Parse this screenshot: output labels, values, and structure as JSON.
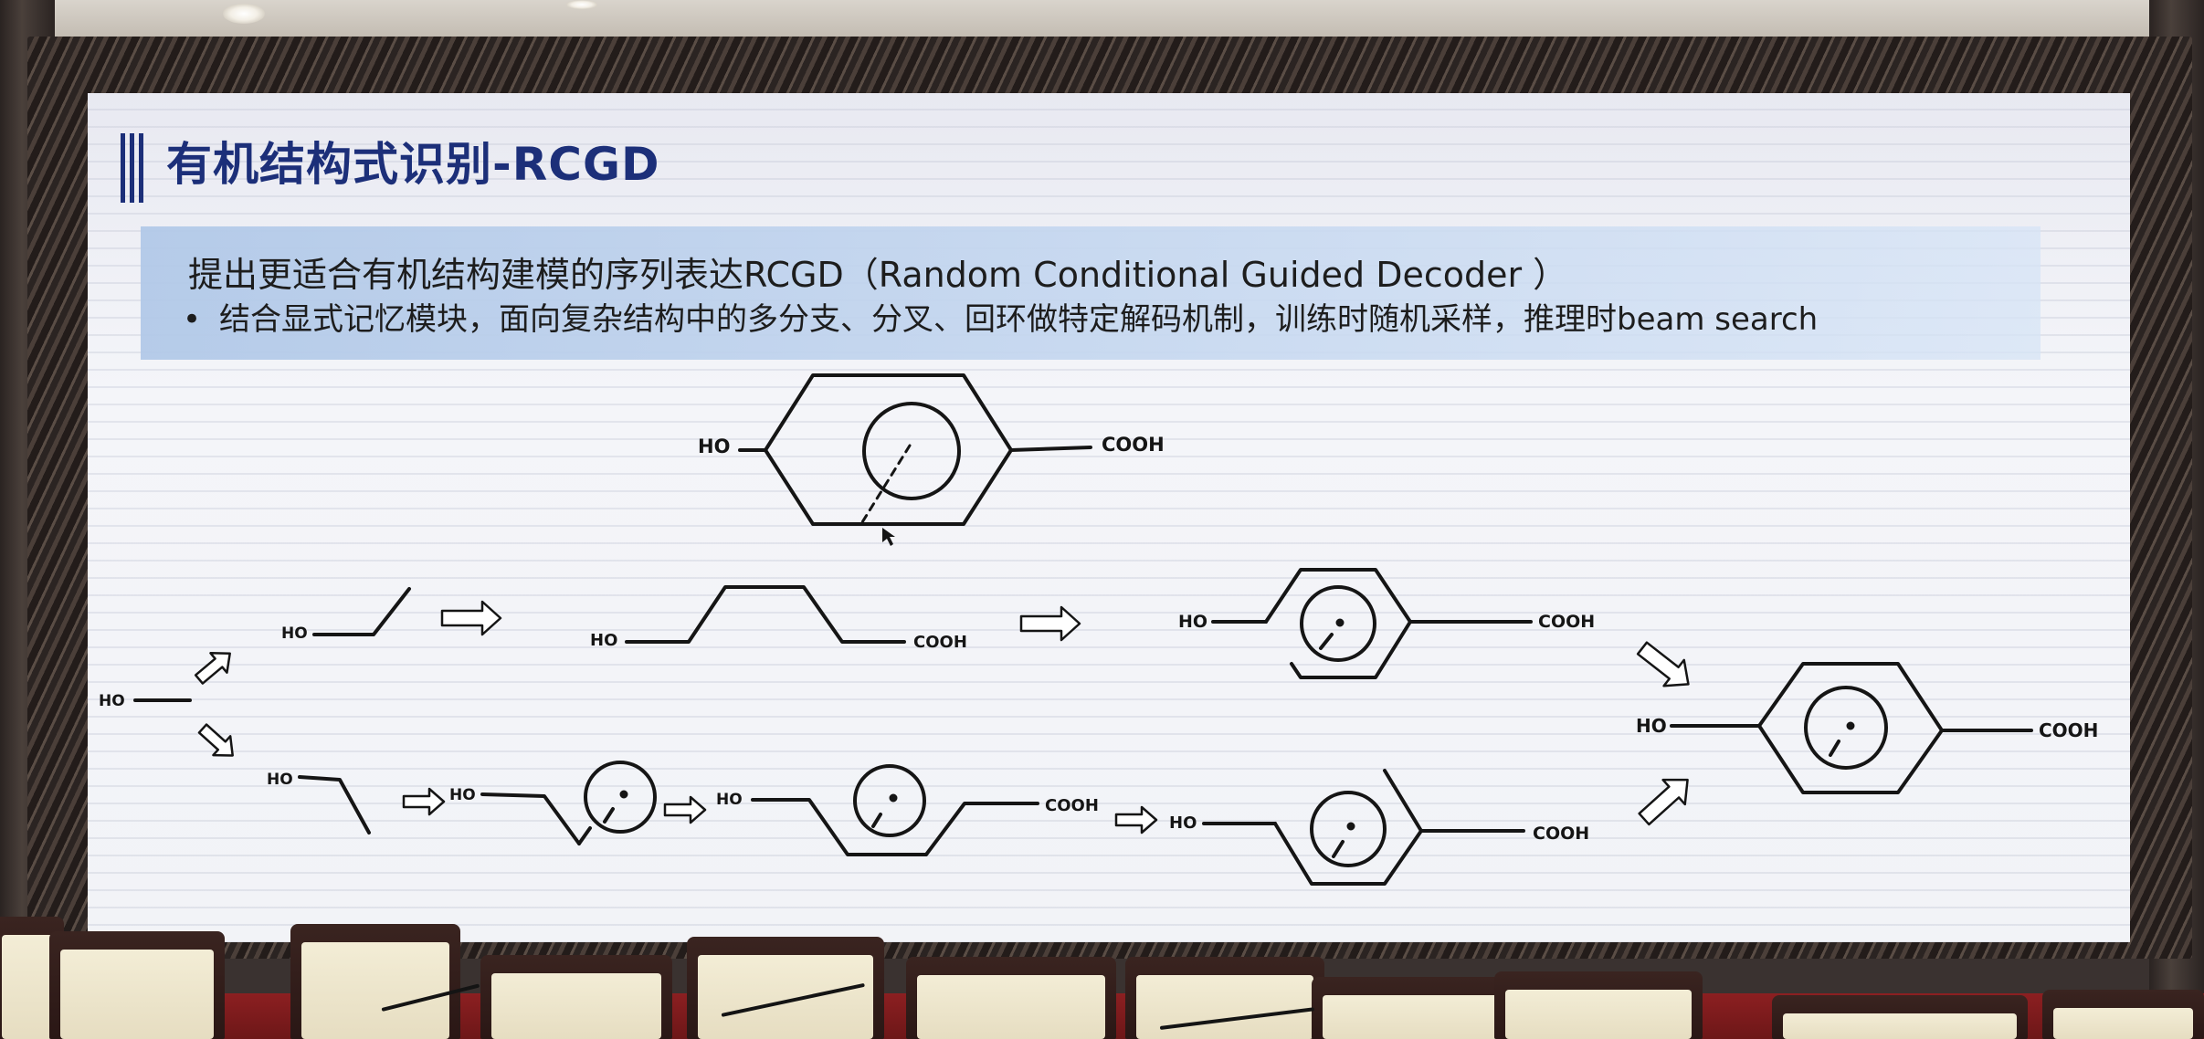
{
  "slide": {
    "title": "有机结构式识别-RCGD",
    "heading": "提出更适合有机结构建模的序列表达RCGD（Random Conditional Guided Decoder ）",
    "bullet_marker": "•",
    "bullet": "结合显式记忆模块，面向复杂结构中的多分支、分叉、回环做特定解码机制，训练时随机采样，推理时beam search"
  },
  "diagram": {
    "labels": {
      "top_ho": "HO",
      "top_cooh": "COOH",
      "start_ho": "HO",
      "upper_step1_ho": "HO",
      "upper_step2_ho": "HO",
      "upper_step2_cooh": "COOH",
      "upper_step3_ho": "HO",
      "upper_step3_cooh": "COOH",
      "lower_step1_ho": "HO",
      "lower_step2_ho": "HO",
      "lower_step3_ho": "HO",
      "lower_step3_cooh": "COOH",
      "lower_step4_ho": "HO",
      "lower_step4_cooh": "COOH",
      "final_ho": "HO",
      "final_cooh": "COOH"
    }
  }
}
